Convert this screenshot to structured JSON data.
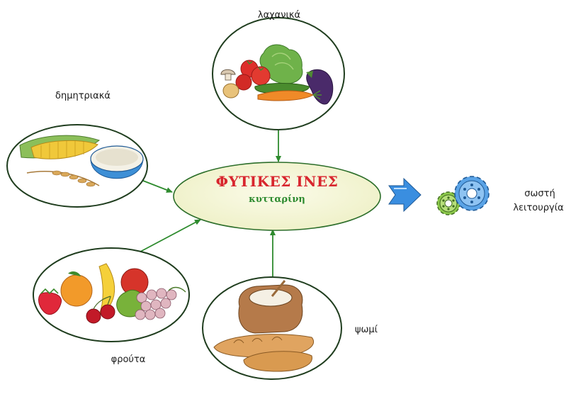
{
  "center": {
    "title": "ΦΥΤΙΚΕΣ ΙΝΕΣ",
    "subtitle": "κυτταρίνη"
  },
  "sources": [
    {
      "id": "vegetables",
      "label": "λαχανικά"
    },
    {
      "id": "cereals",
      "label": "δημητριακά"
    },
    {
      "id": "fruits",
      "label": "φρούτα"
    },
    {
      "id": "bread",
      "label": "ψωμί"
    }
  ],
  "result": {
    "label_line1": "σωστή",
    "label_line2": "λειτουργία"
  },
  "colors": {
    "ellipse_fill": "#f6f7dc",
    "ellipse_stroke": "#2c6e2a",
    "arrow": "#2e8b2e",
    "title": "#d8262e",
    "subtitle": "#2c8a2e",
    "big_arrow": "#3a8ee0",
    "gear_blue": "#5aa3e6",
    "gear_green": "#8cc84b"
  },
  "icons": [
    "vegetables-icon",
    "cereals-icon",
    "fruits-icon",
    "bread-icon",
    "arrow-right-icon",
    "gears-icon"
  ]
}
